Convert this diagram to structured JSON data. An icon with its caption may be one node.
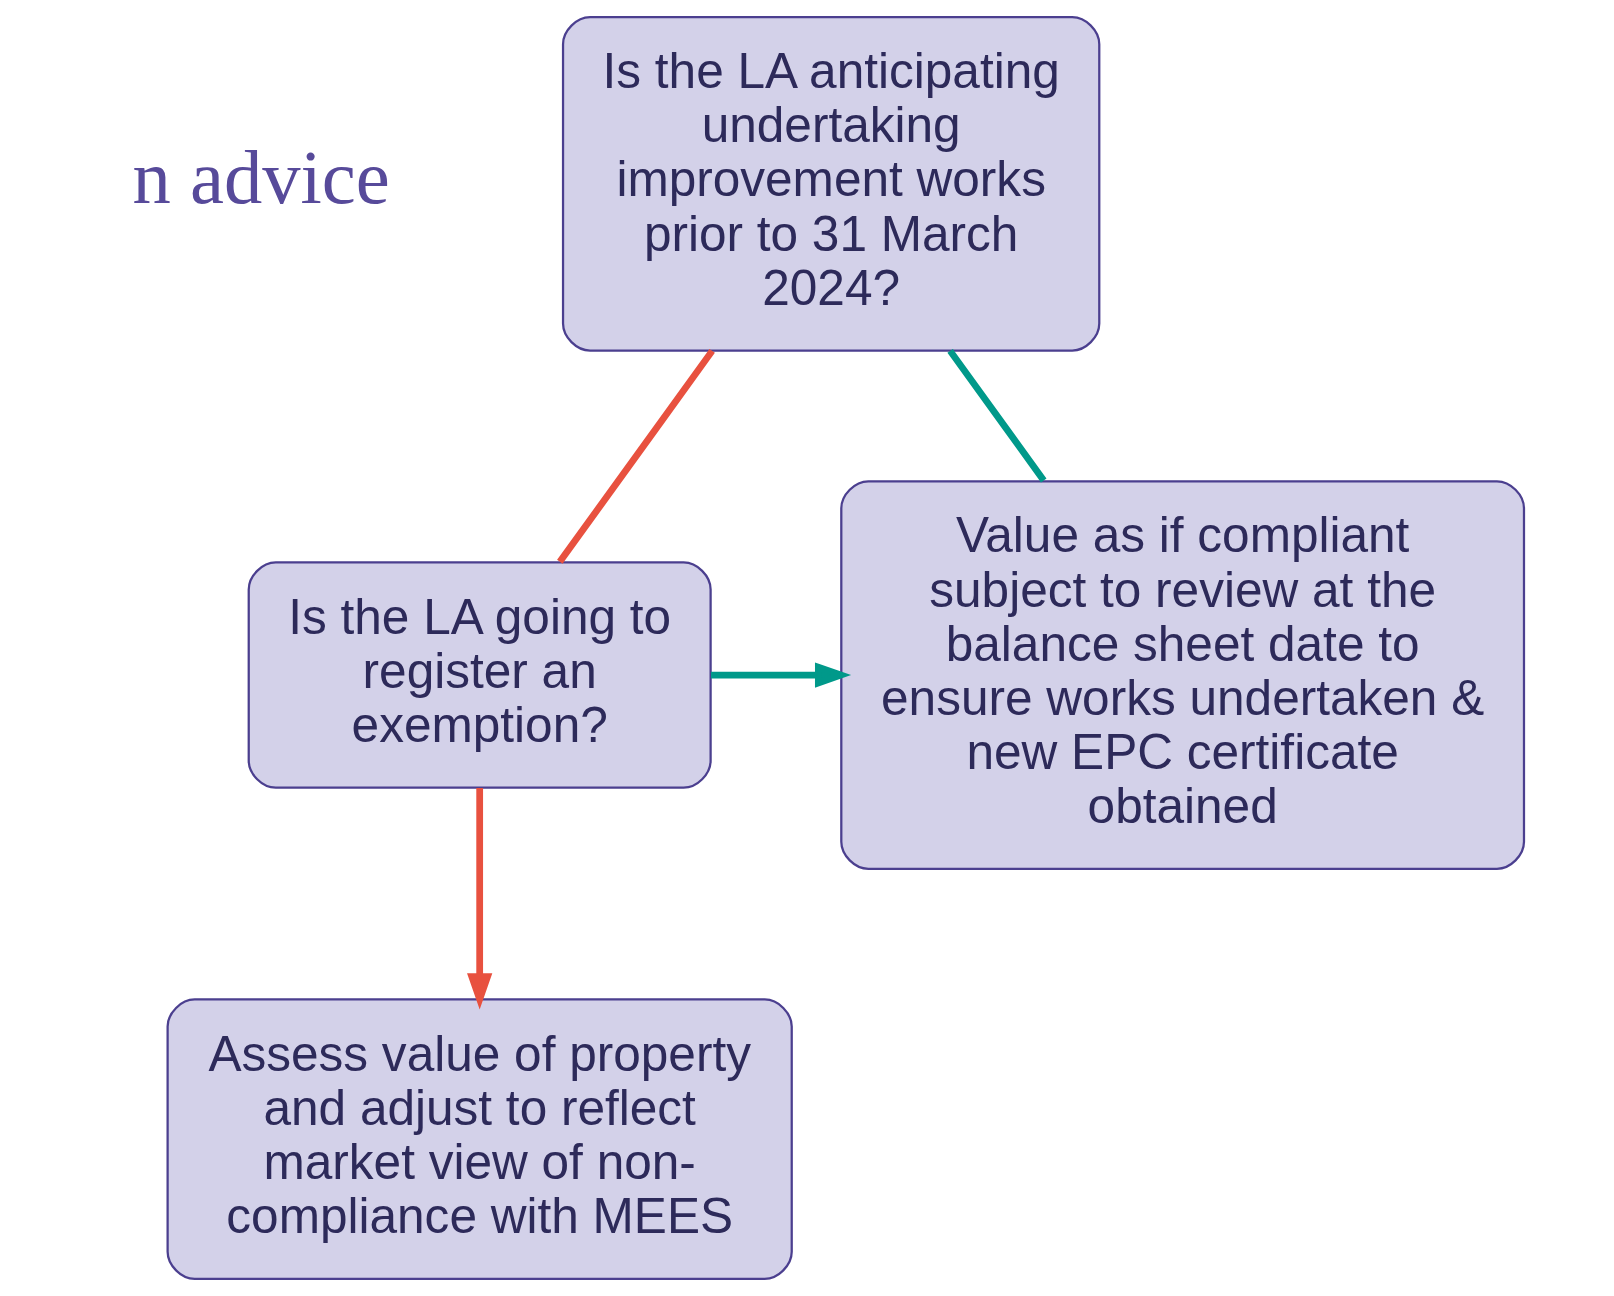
{
  "diagram": {
    "nodes": [
      {
        "text": [
          "Is the LA anticipating undertaking improvement works prior to 31 March 2024?"
        ]
      },
      {
        "text": [
          "Value as if compliant subject to review at the balance sheet date to ensure works undertaken & new EPC certificate obtained"
        ]
      },
      {
        "text": [
          "Is the LA going to register an exemption?"
        ]
      },
      {
        "text": [
          "Assess value of property and adjust to reflect market view of non-compliance with MEES"
        ]
      }
    ],
    "edges": [
      {
        "from": 0,
        "to": 1,
        "arrow": "none",
        "color": "#00998a"
      },
      {
        "from": 0,
        "to": 2,
        "arrow": "none",
        "color": "#e8513f"
      },
      {
        "from": 2,
        "to": 1,
        "arrow": "to",
        "color": "#00998a"
      },
      {
        "from": 2,
        "to": 3,
        "arrow": "to",
        "color": "#e8513f"
      }
    ],
    "labels": [
      "n advice"
    ]
  }
}
